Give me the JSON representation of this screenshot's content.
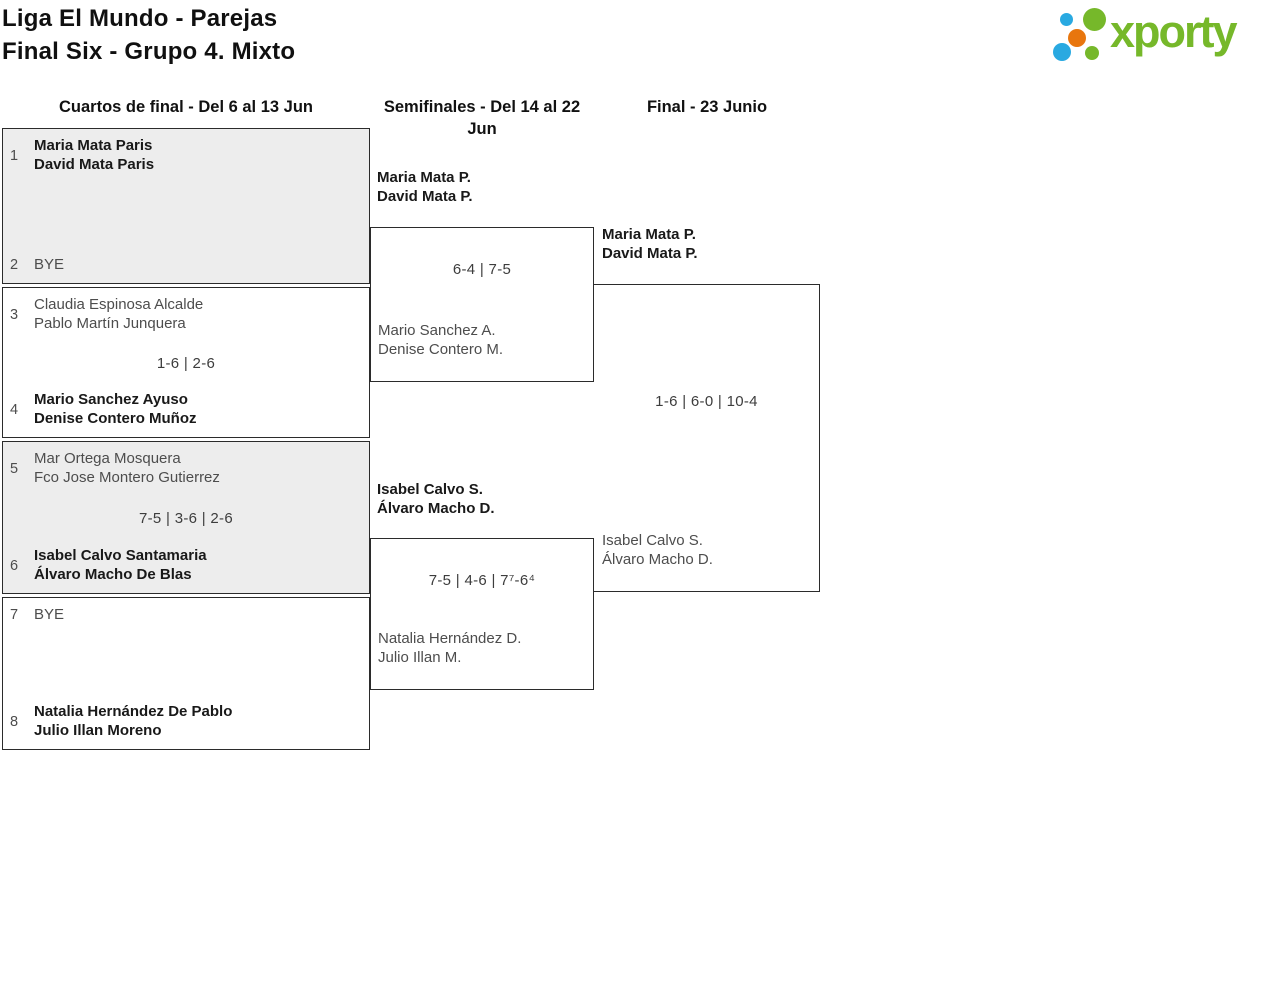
{
  "header": {
    "title_line1": "Liga El Mundo - Parejas",
    "title_line2": "Final Six - Grupo 4. Mixto",
    "logo": {
      "text": "xporty",
      "colors": {
        "green": "#76b82a",
        "blue": "#29a9e1",
        "orange": "#e8760e"
      }
    }
  },
  "rounds": {
    "quarterfinals_label": "Cuartos de final - Del 6 al 13 Jun",
    "semifinals_label": "Semifinales - Del 14 al 22 Jun",
    "final_label": "Final - 23 Junio"
  },
  "colors": {
    "shaded_box": "#ededed",
    "border": "#2b2b2b"
  },
  "quarterfinals": [
    {
      "score": "",
      "top": {
        "seed": "1",
        "line1": "Maria Mata Paris",
        "line2": "David Mata Paris",
        "winner": true
      },
      "bottom": {
        "seed": "2",
        "line1": "BYE",
        "line2": "",
        "winner": false
      }
    },
    {
      "score": "1-6 | 2-6",
      "top": {
        "seed": "3",
        "line1": "Claudia Espinosa Alcalde",
        "line2": "Pablo Martín Junquera",
        "winner": false
      },
      "bottom": {
        "seed": "4",
        "line1": "Mario Sanchez Ayuso",
        "line2": "Denise Contero Muñoz",
        "winner": true
      }
    },
    {
      "score": "7-5 | 3-6 | 2-6",
      "top": {
        "seed": "5",
        "line1": "Mar Ortega Mosquera",
        "line2": "Fco Jose Montero Gutierrez",
        "winner": false
      },
      "bottom": {
        "seed": "6",
        "line1": "Isabel Calvo Santamaria",
        "line2": "Álvaro Macho De Blas",
        "winner": true
      }
    },
    {
      "score": "",
      "top": {
        "seed": "7",
        "line1": "BYE",
        "line2": "",
        "winner": false
      },
      "bottom": {
        "seed": "8",
        "line1": "Natalia Hernández De Pablo",
        "line2": "Julio Illan Moreno",
        "winner": true
      }
    }
  ],
  "semifinals": [
    {
      "score": "6-4 | 7-5",
      "top": {
        "line1": "Maria Mata P.",
        "line2": "David Mata P.",
        "winner": true
      },
      "bottom": {
        "line1": "Mario Sanchez A.",
        "line2": "Denise Contero M.",
        "winner": false
      }
    },
    {
      "score": "7-5 | 4-6 | 7⁷-6⁴",
      "top": {
        "line1": "Isabel Calvo S.",
        "line2": "Álvaro Macho D.",
        "winner": true
      },
      "bottom": {
        "line1": "Natalia Hernández D.",
        "line2": "Julio Illan M.",
        "winner": false
      }
    }
  ],
  "final": {
    "score": "1-6 | 6-0 | 10-4",
    "top": {
      "line1": "Maria Mata P.",
      "line2": "David Mata P.",
      "winner": true
    },
    "bottom": {
      "line1": "Isabel Calvo S.",
      "line2": "Álvaro Macho D.",
      "winner": false
    }
  }
}
